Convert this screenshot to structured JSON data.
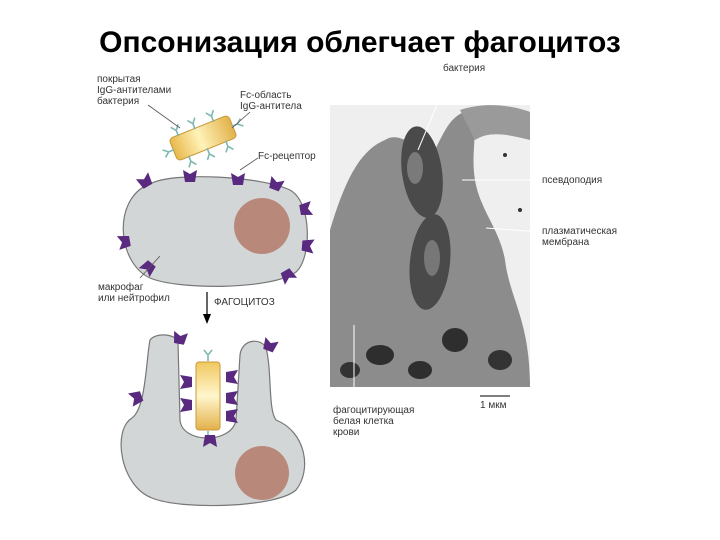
{
  "title": "Опсонизация облегчает фагоцитоз",
  "labels": {
    "coated_bacterium": [
      "покрытая",
      "IgG-антителами",
      "бактерия"
    ],
    "fc_region": [
      "Fc-область",
      "IgG-антитела"
    ],
    "fc_receptor": "Fc-рецептор",
    "macrophage": [
      "макрофаг",
      "или нейтрофил"
    ],
    "phagocytosis": "ФАГОЦИТОЗ",
    "bacterium": "бактерия",
    "pseudopodia": "псевдоподия",
    "plasma_membrane": [
      "плазматическая",
      "мембрана"
    ],
    "phagocytic_cell": [
      "фагоцитирующая",
      "белая клетка",
      "крови"
    ],
    "scale_bar": "1 мкм"
  },
  "colors": {
    "cell_fill": "#d2d6d6",
    "nucleus": "#b8897a",
    "receptor": "#5a2a80",
    "antibody": "#7fb8b0",
    "bacterium": "#f3d27c",
    "micrograph_bg": "#8c8c8c"
  }
}
